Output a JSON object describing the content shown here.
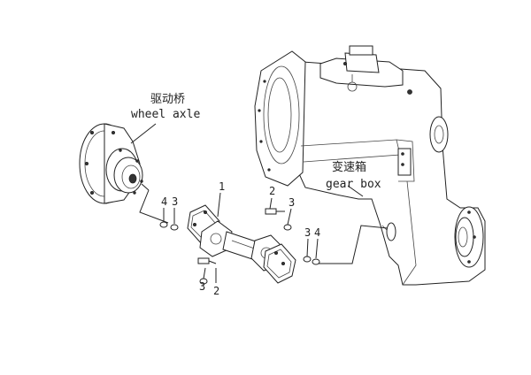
{
  "labels": {
    "wheel_axle_cn": "驱动桥",
    "wheel_axle_en": "wheel axle",
    "gear_box_cn": "变速箱",
    "gear_box_en": "gear box"
  },
  "callouts": {
    "c1": "1",
    "c2_top": "2",
    "c2_bottom": "2",
    "c3_top": "3",
    "c3_left": "3",
    "c3_right": "3",
    "c3_bottom": "3",
    "c4_left": "4",
    "c4_right": "4"
  }
}
